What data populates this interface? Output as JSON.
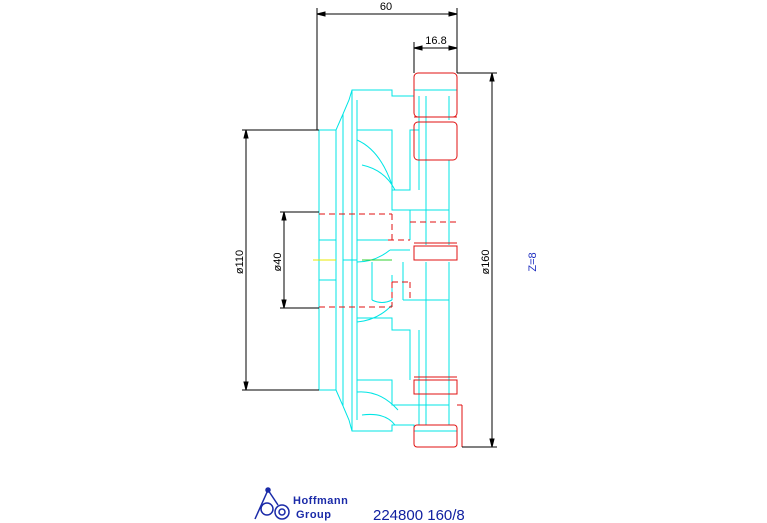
{
  "dimensions": {
    "overall_length": "60",
    "tooth_width": "16.8",
    "diameter_outer": "ø160",
    "diameter_hub": "ø110",
    "diameter_bore": "ø40"
  },
  "teeth_count": "Z=8",
  "part_number": "224800 160/8",
  "logo": {
    "line1": "Hoffmann",
    "line2": "Group"
  },
  "colors": {
    "outline": "#00e5e5",
    "cutter_insert": "#e01010",
    "dimension": "#000000",
    "text_blue": "#2030c0",
    "center_mark": "#e8e800",
    "center_line": "#30d030"
  }
}
